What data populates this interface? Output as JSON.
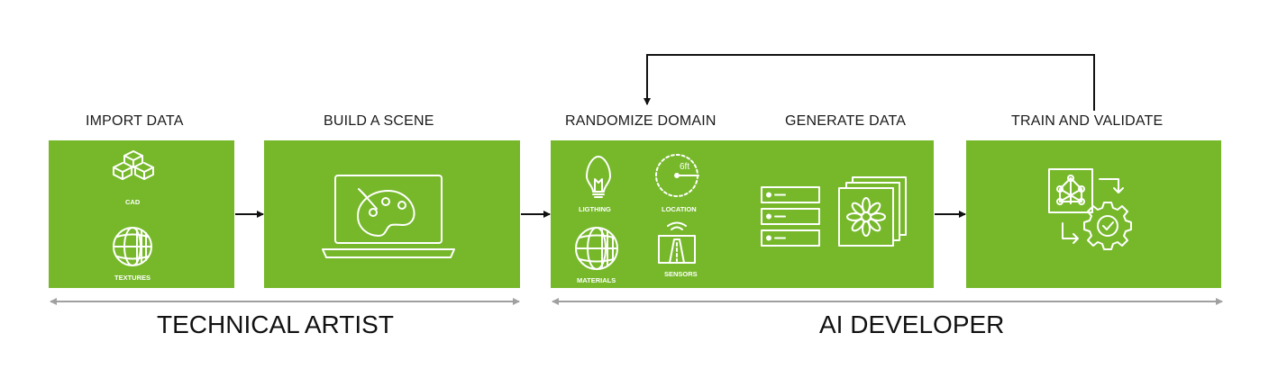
{
  "stages": [
    {
      "label": "IMPORT DATA"
    },
    {
      "label": "BUILD A SCENE"
    },
    {
      "label": "RANDOMIZE DOMAIN"
    },
    {
      "label": "GENERATE DATA"
    },
    {
      "label": "TRAIN AND VALIDATE"
    }
  ],
  "import_items": {
    "cad": "CAD",
    "textures": "TEXTURES"
  },
  "randomize_items": {
    "lighting": "LIGTHING",
    "location": "LOCATION",
    "materials": "MATERIALS",
    "sensors": "SENSORS"
  },
  "location_distance": "6ft",
  "roles": {
    "technical_artist": "TECHNICAL ARTIST",
    "ai_developer": "AI DEVELOPER"
  },
  "colors": {
    "box": "#76b82a",
    "arrow": "#111111",
    "role_line": "#a0a0a0"
  },
  "icons": [
    "cube-stack-icon",
    "globe-grid-icon",
    "laptop-palette-icon",
    "lightbulb-icon",
    "distance-circle-icon",
    "sphere-material-icon",
    "sensor-road-icon",
    "server-rack-icon",
    "image-stack-icon",
    "neural-net-icon",
    "gear-check-icon"
  ]
}
